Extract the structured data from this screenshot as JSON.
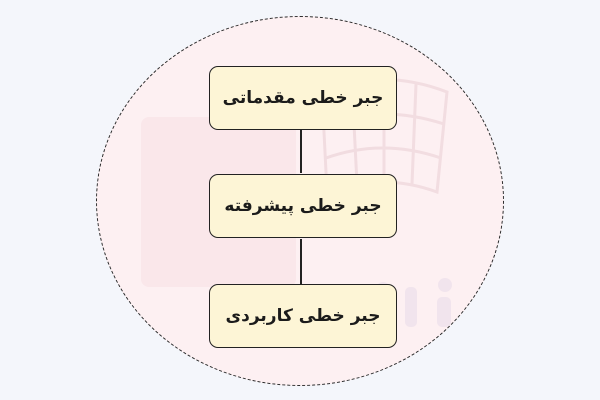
{
  "diagram": {
    "nodes": [
      {
        "label": "جبر خطی مقدماتی"
      },
      {
        "label": "جبر خطی پیشرفته"
      },
      {
        "label": "جبر خطی کاربردی"
      }
    ],
    "edges": [
      {
        "from": 0,
        "to": 1
      },
      {
        "from": 1,
        "to": 2
      }
    ],
    "colors": {
      "background": "#f4f6fb",
      "ellipse_fill": "#fdf0f2",
      "node_fill": "#fdf5d6",
      "stroke": "#222222"
    }
  }
}
